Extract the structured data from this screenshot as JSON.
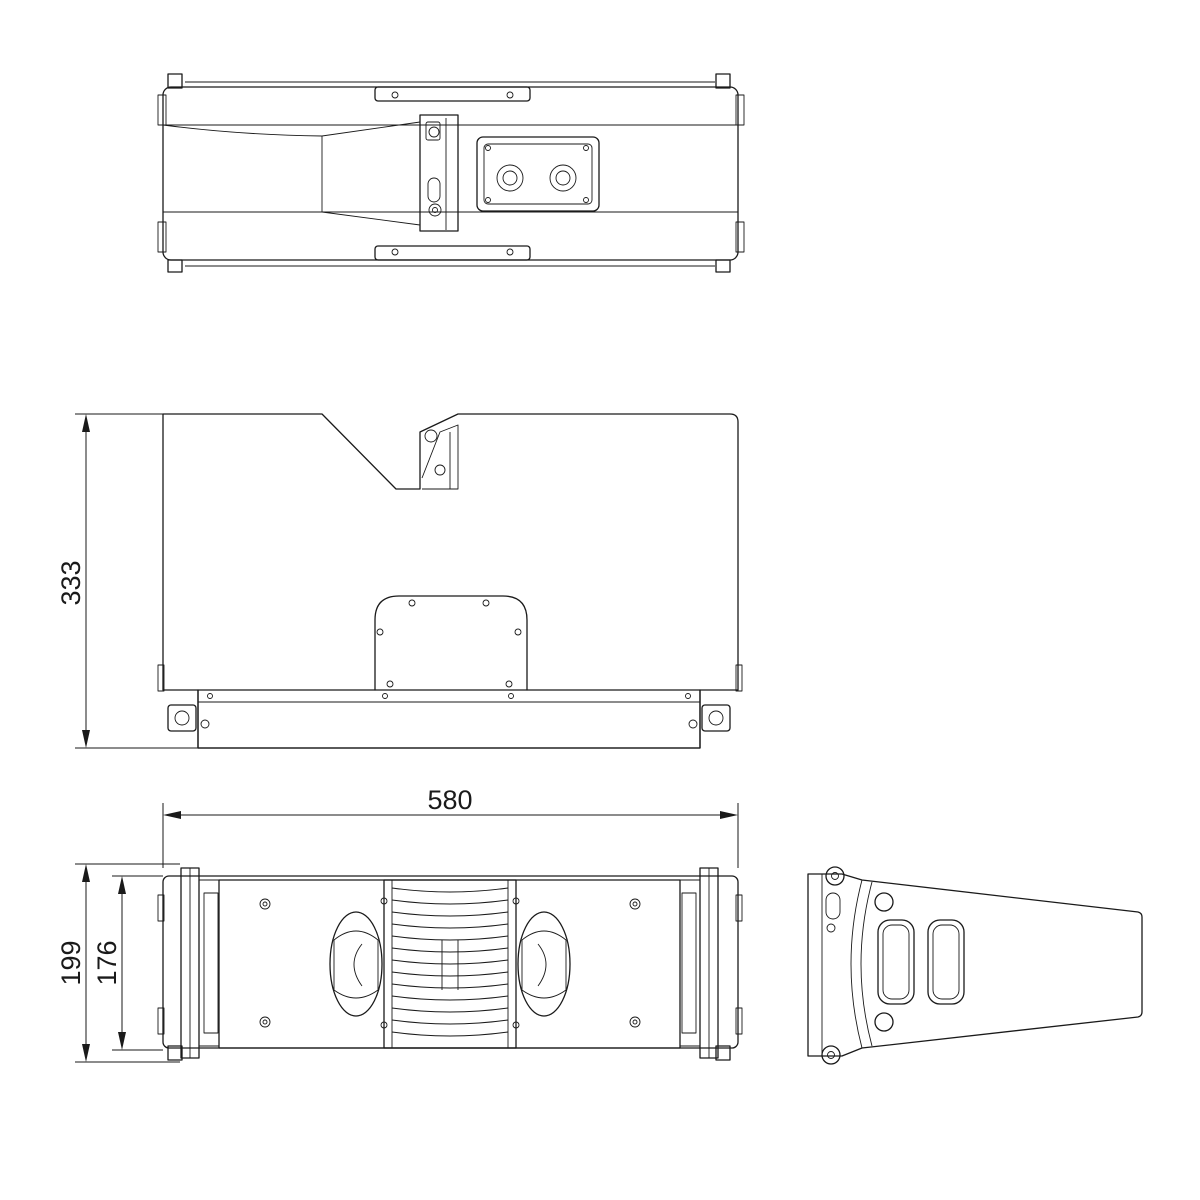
{
  "dimensions": {
    "height_side": "333",
    "width": "580",
    "height_front_outer": "199",
    "height_front_inner": "176"
  },
  "colors": {
    "line": "#1a1a1a",
    "background": "#ffffff"
  }
}
